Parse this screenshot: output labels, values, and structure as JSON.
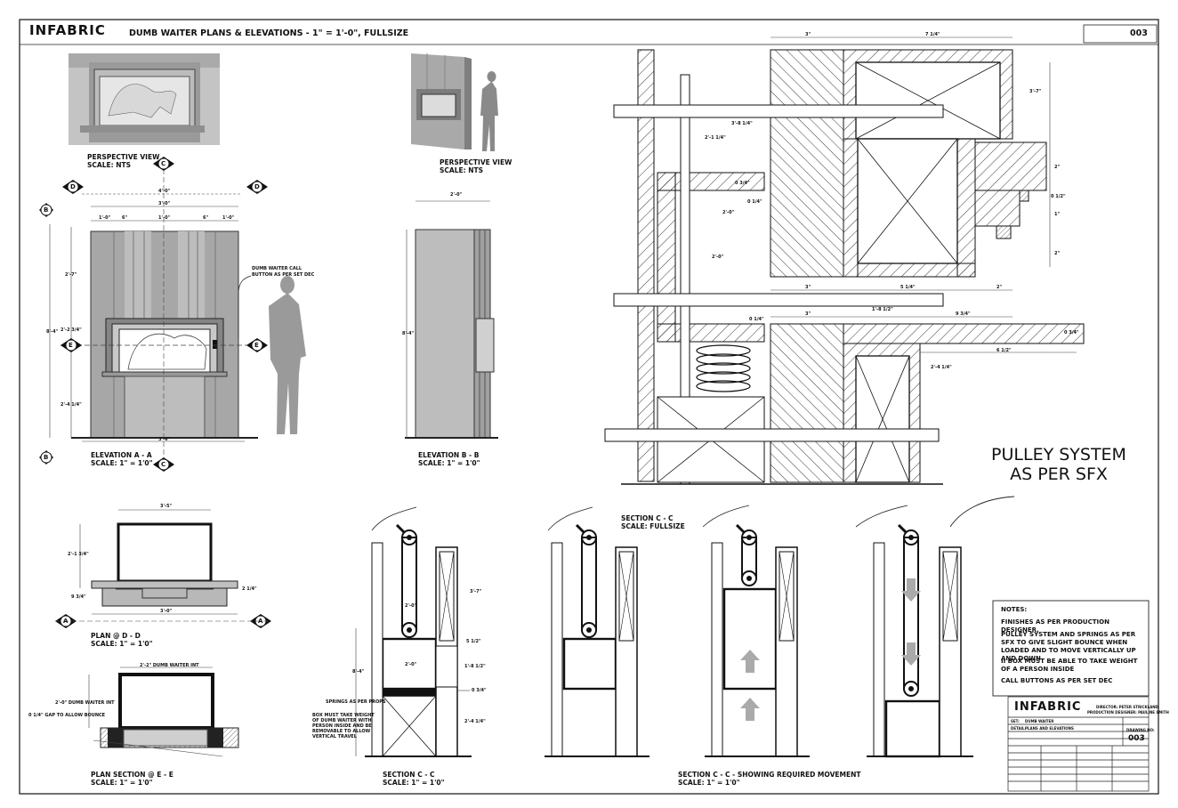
{
  "header": {
    "logo": "INFABRIC",
    "title": "DUMB WAITER PLANS & ELEVATIONS - 1\" = 1'-0\", FULLSIZE",
    "sheet_number": "003"
  },
  "views": {
    "persp_a": [
      "PERSPECTIVE VIEW",
      "SCALE: NTS"
    ],
    "persp_b": [
      "PERSPECTIVE VIEW",
      "SCALE: NTS"
    ],
    "elev_aa": [
      "ELEVATION A - A",
      "SCALE: 1\" = 1'0\""
    ],
    "elev_bb": [
      "ELEVATION B - B",
      "SCALE: 1\" = 1'0\""
    ],
    "plan_dd": [
      "PLAN @ D - D",
      "SCALE: 1\" = 1'0\""
    ],
    "plan_ee": [
      "PLAN SECTION @ E - E",
      "SCALE: 1\" = 1'0\""
    ],
    "sec_cc": [
      "SECTION C - C",
      "SCALE: 1\" = 1'0\""
    ],
    "sec_cc_full": [
      "SECTION C - C",
      "SCALE: FULLSIZE"
    ],
    "sec_cc_move": [
      "SECTION C - C - SHOWING REQUIRED MOVEMENT",
      "SCALE: 1\" = 1'0\""
    ]
  },
  "callouts": {
    "call_button": [
      "DUMB WAITER CALL",
      "BUTTON AS PER SET DEC"
    ],
    "pulley": [
      "PULLEY SYSTEM",
      "AS PER SFX"
    ],
    "springs": "SPRINGS AS PER PROPS",
    "box_weight": [
      "BOX MUST TAKE WEIGHT",
      "OF DUMB WAITER WITH",
      "PERSON INSIDE AND BE",
      "REMOVABLE TO ALLOW",
      "VERTICAL TRAVEL"
    ],
    "dumb_int": "2'-2\" DUMB WAITER INT",
    "dumb_int2": "2'-0\" DUMB WAITER INT",
    "gap": "0 1/4\" GAP TO ALLOW BOUNCE"
  },
  "markers": {
    "a": "A",
    "b": "B",
    "c": "C",
    "d": "D",
    "e": "E"
  },
  "notes": {
    "heading": "NOTES:",
    "items": [
      "FINISHES AS PER PRODUCTION DESIGNER.",
      "PULLEY SYSTEM AND SPRINGS AS PER SFX TO GIVE SLIGHT BOUNCE WHEN LOADED AND TO MOVE VERTICALLY UP AND DOWN",
      "II BOX MUST BE ABLE TO TAKE WEIGHT OF A PERSON INSIDE",
      "CALL BUTTONS AS PER SET DEC"
    ]
  },
  "title_block": {
    "logo": "INFABRIC",
    "credits": [
      "DIRECTOR: PETER STRICKLAND",
      "PRODUCTION DESIGNER: PAULINE SMITH"
    ],
    "set_label": "SET:",
    "set_value": "DUMB WAITER",
    "detail_label": "DETAIL:",
    "detail_value": "PLANS AND ELEVATIONS",
    "drawing_no_label": "DRAWING NO:",
    "drawing_no": "003"
  },
  "dims": {
    "e_width": "4'-0\"",
    "e_inner": "3'-0\"",
    "e_total": "3'-6\"",
    "e_h_total": "8'-4\"",
    "e_h_top": "2'-7\"",
    "e_h_mid": "2'-2 3/4\"",
    "e_h_bot": "2'-4 1/4\"",
    "e_seg1": "1'-0\"",
    "e_seg2": "6\"",
    "e_seg3": "1'-0\"",
    "e_seg4": "6\"",
    "e_seg5": "1'-0\"",
    "b_width": "2'-0\"",
    "b_height": "8'-4\"",
    "p_width": "3'-5\"",
    "p_depth": "2'-1 3/4\"",
    "p_small": "9 3/4\"",
    "p_base": "3'-0\"",
    "p_step": "2 1/4\"",
    "s_3": "3\"",
    "s_7q": "7 1/4\"",
    "s_3_7": "3'-7\"",
    "s_3_8": "3'-8 1/4\"",
    "s_2_1": "2'-1 1/4\"",
    "s_0q": "0 3/4\"",
    "s_0q2": "0 1/4\"",
    "s_2_0": "2'-0\"",
    "s_2_0b": "2'-0\"",
    "s_2in": "2\"",
    "s_0h": "0 1/2\"",
    "s_1in": "1\"",
    "s_2in_b": "2\"",
    "s_3b": "3\"",
    "s_5q": "5 1/4\"",
    "s_2c": "2\"",
    "s_0q3": "0 1/4\"",
    "s_3c": "3\"",
    "s_1_8": "1'-8 1/2\"",
    "s_9t": "9 3/4\"",
    "s_0q4": "0 3/4\"",
    "s_2_4": "2'-4 1/4\"",
    "s_6h": "6 1/2\"",
    "c_3_7": "3'-7\"",
    "c_5h": "5 1/2\"",
    "c_1_8": "1'-8 1/2\"",
    "c_0q": "0 3/4\"",
    "c_2_4": "2'-4 1/4\"",
    "c_2_0": "2'-0\"",
    "c_2_0b": "2'-0\"",
    "c_8_4": "8'-4\""
  }
}
